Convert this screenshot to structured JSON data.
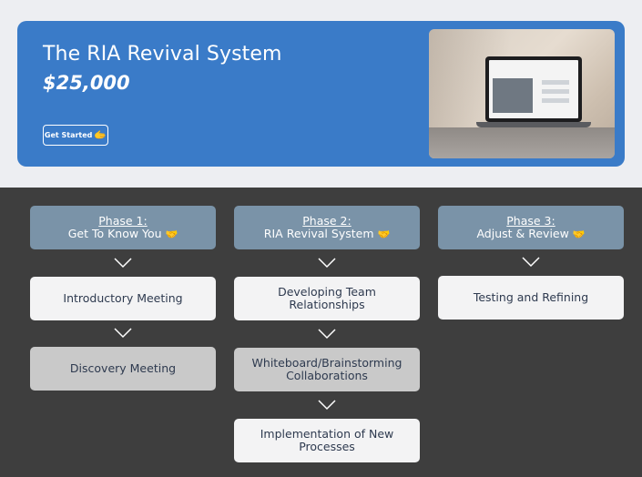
{
  "hero": {
    "title": "The RIA Revival System",
    "price": "$25,000",
    "button_label": "Get Started",
    "button_emoji": "🫱",
    "image_icon": "laptop-mockup-image"
  },
  "phases": [
    {
      "label": "Phase 1:",
      "name": "Get To Know You",
      "emoji": "🤝",
      "steps": [
        "Introductory Meeting",
        "Discovery Meeting"
      ]
    },
    {
      "label": "Phase 2:",
      "name": "RIA Revival System",
      "emoji": "🤝",
      "steps": [
        "Developing Team Relationships",
        "Whiteboard/Brainstorming Collaborations",
        "Implementation of New Processes"
      ]
    },
    {
      "label": "Phase 3:",
      "name": "Adjust & Review",
      "emoji": "🤝",
      "steps": [
        "Testing and Refining"
      ]
    }
  ],
  "colors": {
    "hero_bg": "#3a7bc8",
    "page_bg": "#edeef2",
    "dark_bg": "#3e3e3e",
    "phase_bg": "#7a93a8",
    "card_bg": "#f3f3f4",
    "card_grey": "#c9c9c9"
  }
}
